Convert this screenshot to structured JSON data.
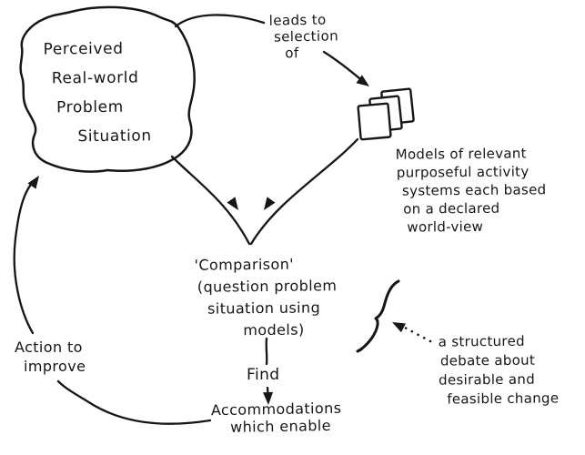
{
  "colors": {
    "ink": "#161616",
    "background": "#ffffff"
  },
  "cloud": {
    "lines": [
      "Perceived",
      "Real-world",
      "Problem",
      "Situation"
    ]
  },
  "leads_to": {
    "lines": [
      "leads to",
      "selection",
      "of"
    ]
  },
  "models_caption": {
    "lines": [
      "Models of relevant",
      "purposeful activity",
      "systems each based",
      "on a declared",
      "world-view"
    ]
  },
  "comparison": {
    "lines": [
      "'Comparison'",
      "(question problem",
      "situation using",
      "models)"
    ]
  },
  "find_label": "Find",
  "accommodations": {
    "lines": [
      "Accommodations",
      "which enable"
    ]
  },
  "action": {
    "lines": [
      "Action to",
      "improve"
    ]
  },
  "debate": {
    "lines": [
      "a structured",
      "debate about",
      "desirable and",
      "feasible change"
    ]
  }
}
